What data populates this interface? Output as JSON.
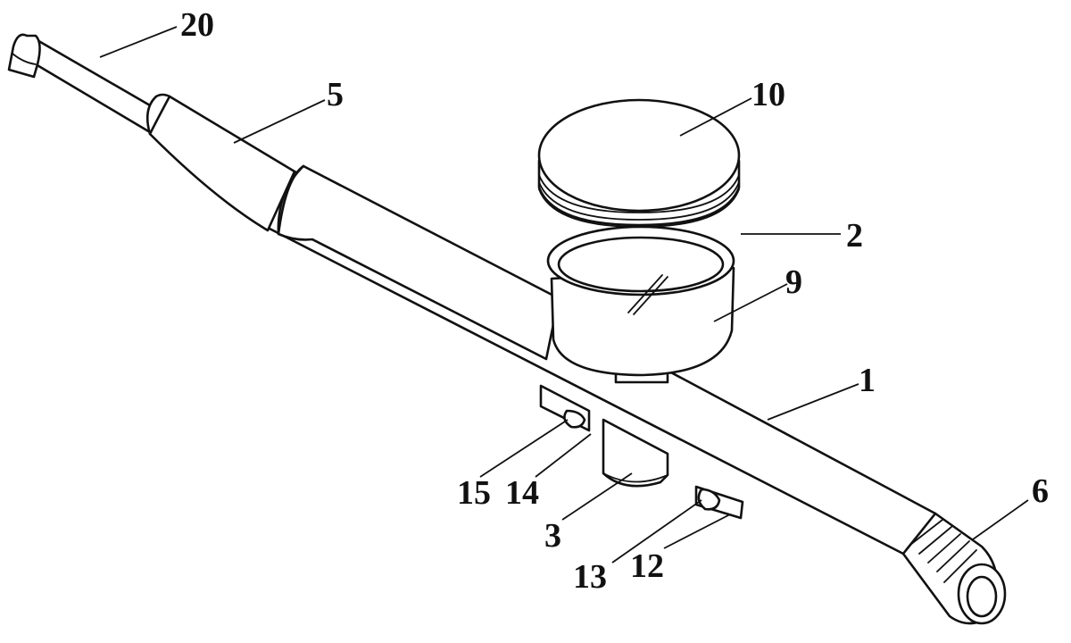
{
  "figure": {
    "labels": {
      "l20": "20",
      "l5": "5",
      "l10": "10",
      "l2": "2",
      "l9": "9",
      "l1": "1",
      "l15": "15",
      "l14": "14",
      "l3": "3",
      "l13": "13",
      "l12": "12",
      "l6": "6"
    }
  }
}
